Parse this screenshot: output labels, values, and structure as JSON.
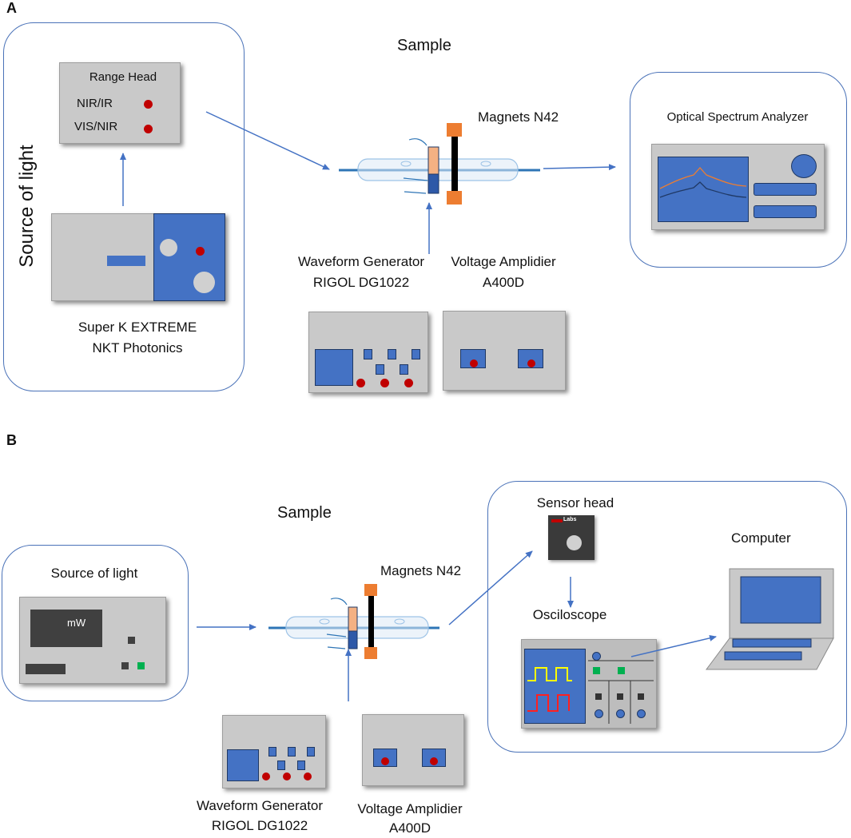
{
  "panel_a": {
    "letter": "A",
    "source_title": "Source of light",
    "range_head": {
      "title": "Range Head",
      "options": [
        "NIR/IR",
        "VIS/NIR"
      ]
    },
    "laser_name": [
      "Super K EXTREME",
      "NKT Photonics"
    ],
    "sample_label": "Sample",
    "magnets_label": "Magnets N42",
    "waveform_generator": [
      "Waveform Generator",
      "RIGOL DG1022"
    ],
    "voltage_amplifier": [
      "Voltage Amplidier",
      "A400D"
    ],
    "osa_title": "Optical Spectrum Analyzer"
  },
  "panel_b": {
    "letter": "B",
    "source_title": "Source of light",
    "meter_unit": "mW",
    "sample_label": "Sample",
    "magnets_label": "Magnets N42",
    "waveform_generator": [
      "Waveform Generator",
      "RIGOL DG1022"
    ],
    "voltage_amplifier": [
      "Voltage Amplidier",
      "A400D"
    ],
    "sensor_head": "Sensor head",
    "sensor_brand": "Labs",
    "oscilloscope": "Osciloscope",
    "computer": "Computer"
  },
  "colors": {
    "accent_blue": "#4472c4",
    "device_gray": "#c9c9c9",
    "indicator_red": "#c00000",
    "magnet_orange": "#ed7d31",
    "signal_green": "#00b050",
    "signal_yellow": "#ffff00"
  }
}
